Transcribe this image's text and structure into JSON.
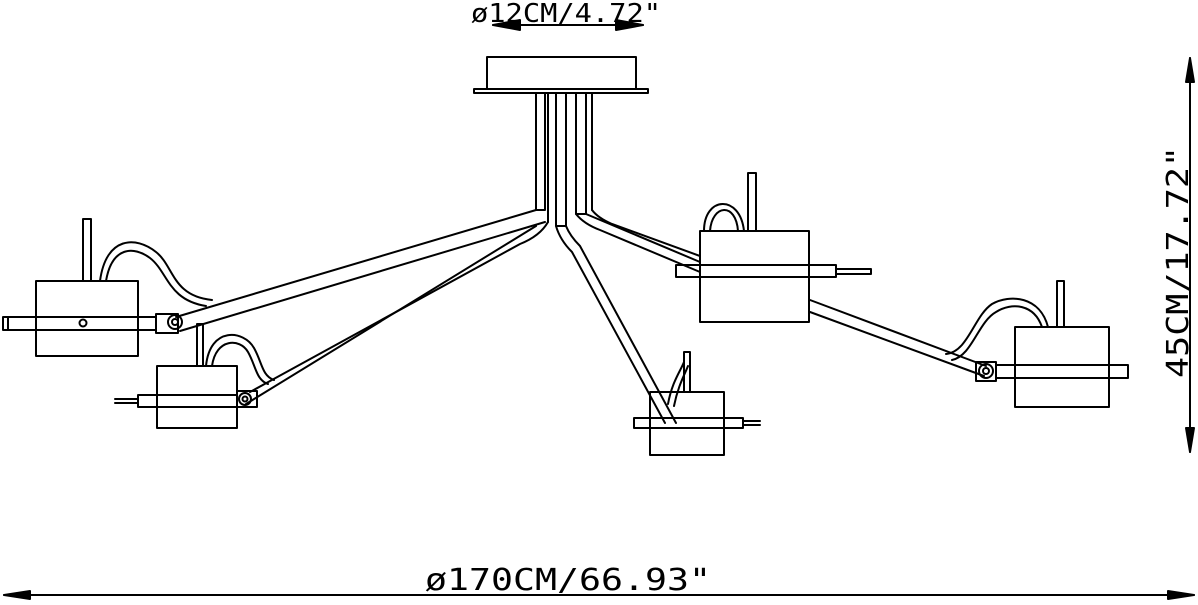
{
  "dimensions": {
    "canopy_diameter": "ø12CM/4.72\"",
    "height": "45CM/17.72\"",
    "overall_diameter": "ø170CM/66.93\""
  },
  "colors": {
    "line": "#000000",
    "background": "#ffffff"
  }
}
